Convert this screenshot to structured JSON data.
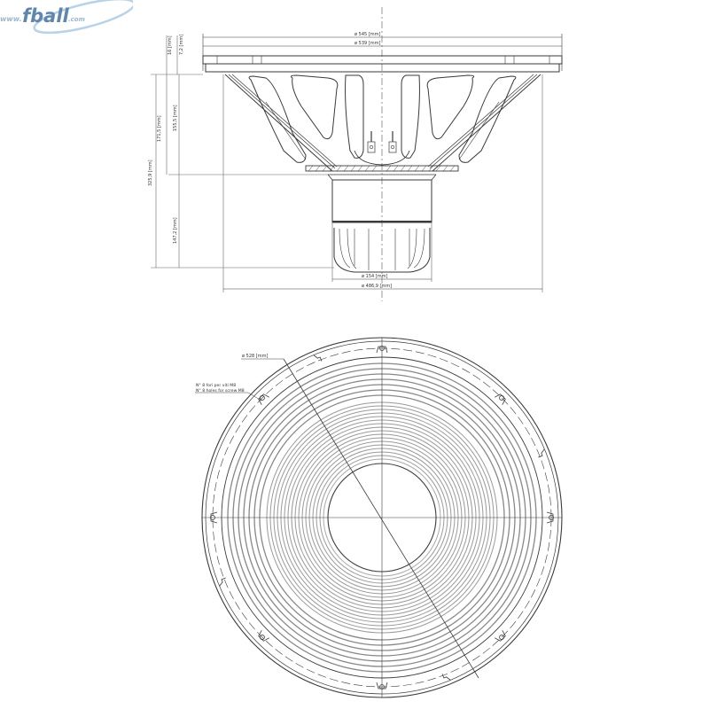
{
  "watermark": {
    "prefix": "www.",
    "brand": "fball",
    "suffix": ".com",
    "color": "#7fa3c4"
  },
  "side_view": {
    "dimensions": {
      "outer_diameter": "ø 545 [mm]",
      "flange_diameter": "ø 539 [mm]",
      "basket_diameter": "ø 486,9 [mm]",
      "magnet_diameter": "ø 154 [mm]",
      "flange_thickness": "16 [mm]",
      "gasket_thickness": "7,2 [mm]",
      "total_depth": "325,9 [mm]",
      "basket_depth": "171,5 [mm]",
      "cone_depth": "155,5 [mm]",
      "magnet_depth": "147,2 [mm]"
    }
  },
  "front_view": {
    "dimensions": {
      "bolt_circle": "ø 528 [mm]"
    },
    "notes": {
      "holes_it": "N° 8 fori per viti M8",
      "holes_en": "N° 8 holes for screw M8"
    },
    "mounting_holes": 8
  },
  "colors": {
    "line": "#3a3a3a",
    "thin_line": "#777777",
    "background": "#ffffff"
  }
}
